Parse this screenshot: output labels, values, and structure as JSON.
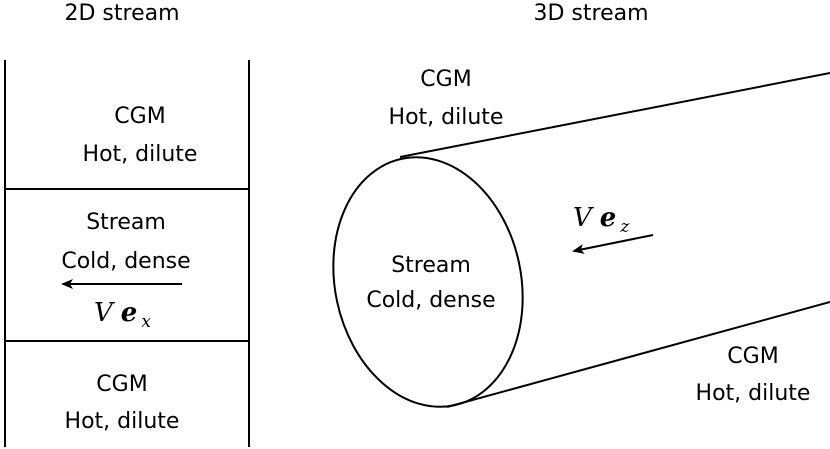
{
  "panels": {
    "left": {
      "title": "2D stream",
      "top_region": {
        "line1": "CGM",
        "line2": "Hot, dilute"
      },
      "middle_region": {
        "line1": "Stream",
        "line2": "Cold, dense"
      },
      "bottom_region": {
        "line1": "CGM",
        "line2": "Hot, dilute"
      },
      "velocity": {
        "symbol": "V",
        "vector": "e",
        "subscript": "x"
      }
    },
    "right": {
      "title": "3D stream",
      "top_region": {
        "line1": "CGM",
        "line2": "Hot, dilute"
      },
      "cylinder_face": {
        "line1": "Stream",
        "line2": "Cold, dense"
      },
      "bottom_region": {
        "line1": "CGM",
        "line2": "Hot, dilute"
      },
      "velocity": {
        "symbol": "V",
        "vector": "e",
        "subscript": "z"
      }
    }
  }
}
